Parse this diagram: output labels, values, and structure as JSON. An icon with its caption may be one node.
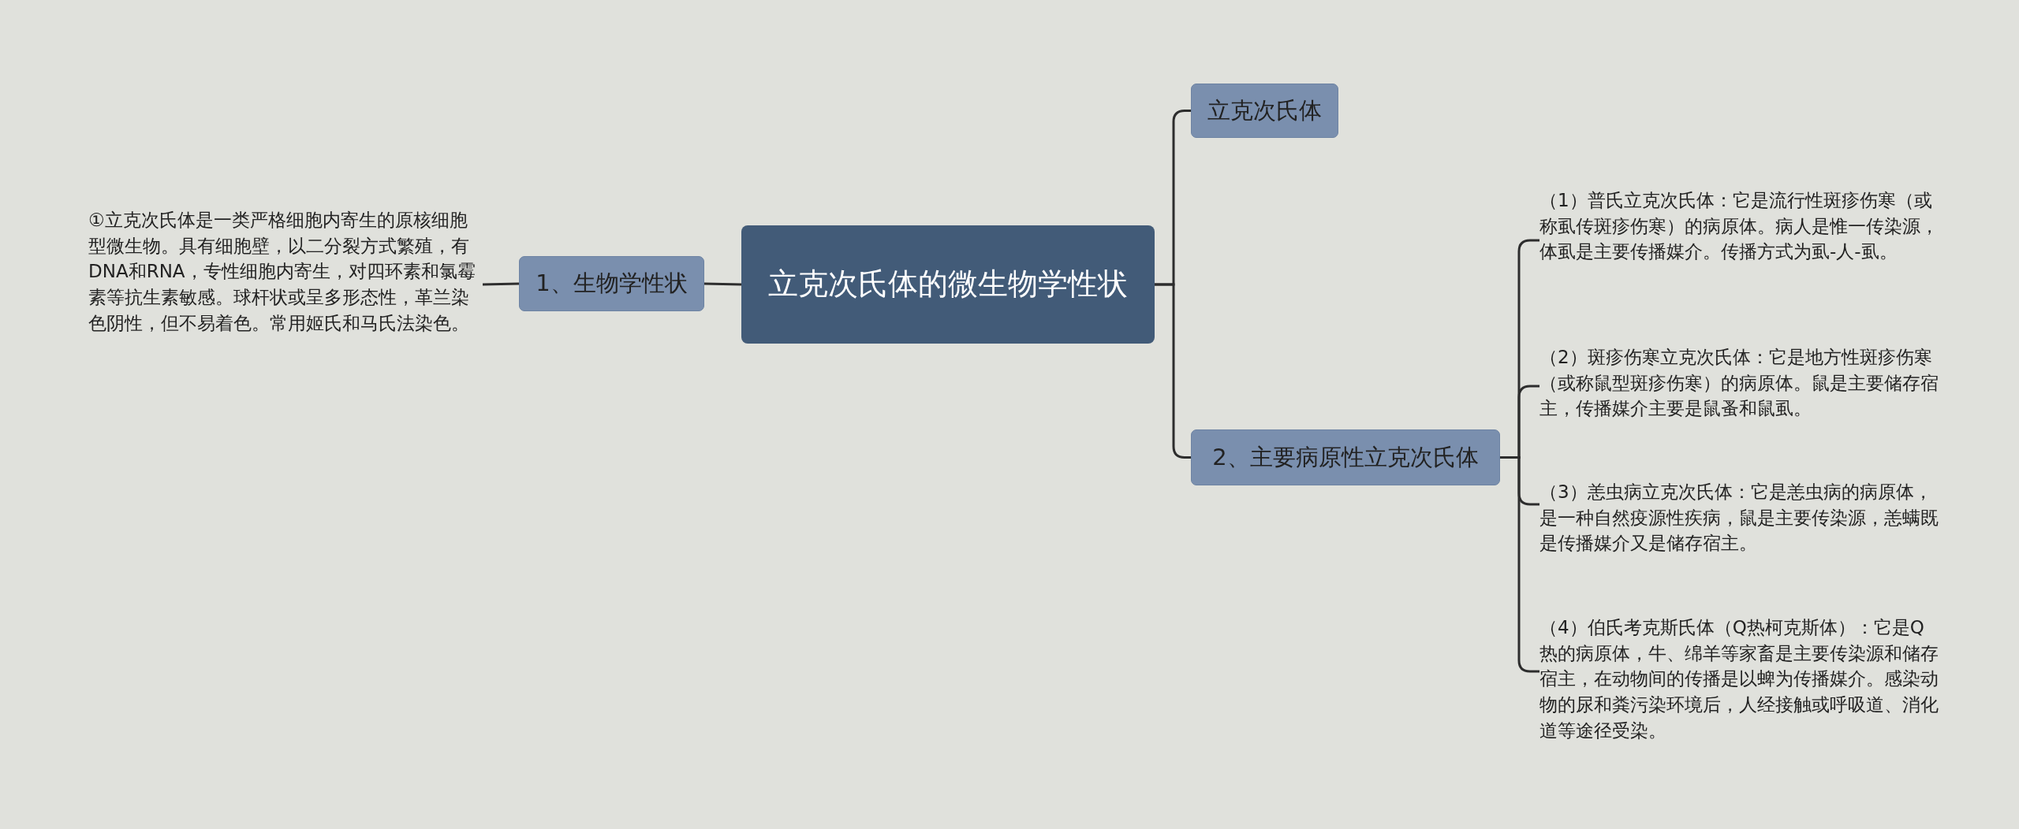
{
  "diagram": {
    "nodes": [
      {
        "text": [
          "立克次氏体的微生物学性状"
        ]
      },
      {
        "text": [
          "1、生物学性状"
        ]
      },
      {
        "text": [
          "①立克次氏体是一类严格细胞内寄生的原核细胞型微生物。具有细胞壁，以二分裂方式繁殖，有DNA和RNA，专性细胞内寄生，对四环素和氯霉素等抗生素敏感。球杆状或呈多形态性，革兰染色阴性，但不易着色。常用姬氏和马氏法染色。"
        ]
      },
      {
        "text": [
          "立克次氏体"
        ]
      },
      {
        "text": [
          "2、主要病原性立克次氏体"
        ]
      },
      {
        "text": [
          "（1）普氏立克次氏体：它是流行性斑疹伤寒（或称虱传斑疹伤寒）的病原体。病人是惟一传染源，体虱是主要传播媒介。传播方式为虱-人-虱。"
        ]
      },
      {
        "text": [
          "（2）斑疹伤寒立克次氏体：它是地方性斑疹伤寒（或称鼠型斑疹伤寒）的病原体。鼠是主要储存宿主，传播媒介主要是鼠蚤和鼠虱。"
        ]
      },
      {
        "text": [
          "（3）恙虫病立克次氏体：它是恙虫病的病原体，是一种自然疫源性疾病，鼠是主要传染源，恙螨既是传播媒介又是储存宿主。"
        ]
      },
      {
        "text": [
          "（4）伯氏考克斯氏体（Q热柯克斯体）：它是Q热的病原体，牛、绵羊等家畜是主要传染源和储存宿主，在动物间的传播是以蜱为传播媒介。感染动物的尿和粪污染环境后，人经接触或呼吸道、消化道等途径受染。"
        ]
      }
    ],
    "edges": [
      {
        "from": 0,
        "to": 1,
        "arrow": "none"
      },
      {
        "from": 1,
        "to": 2,
        "arrow": "none"
      },
      {
        "from": 0,
        "to": 3,
        "arrow": "none"
      },
      {
        "from": 0,
        "to": 4,
        "arrow": "none"
      },
      {
        "from": 4,
        "to": 5,
        "arrow": "none"
      },
      {
        "from": 4,
        "to": 6,
        "arrow": "none"
      },
      {
        "from": 4,
        "to": 7,
        "arrow": "none"
      },
      {
        "from": 4,
        "to": 8,
        "arrow": "none"
      }
    ]
  }
}
